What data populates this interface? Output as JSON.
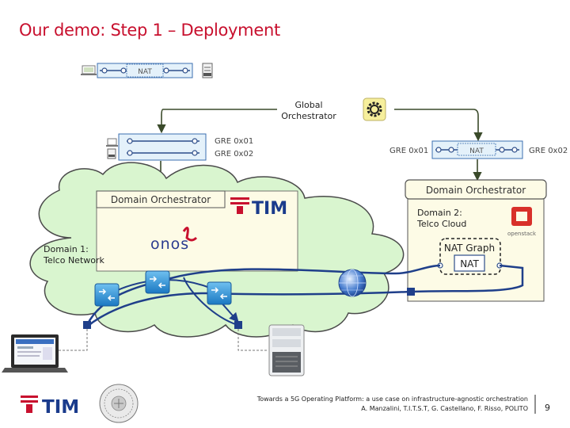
{
  "slide": {
    "title": "Our demo: Step 1 – Deployment",
    "page_number": "9",
    "footer_line1": "Towards a 5G Operating Platform: a use case on infrastructure-agnostic orchestration",
    "footer_line2": "A. Manzalini, T.I.T.S.T, G. Castellano, F. Risso, POLITO",
    "accent_color": "#c8102e"
  },
  "top_graph": {
    "nat_label": "NAT"
  },
  "global_orchestrator": {
    "line1": "Global",
    "line2": "Orchestrator",
    "icon": "gear-icon"
  },
  "left_graph": {
    "gre1": "GRE 0x01",
    "gre2": "GRE 0x02"
  },
  "right_graph": {
    "gre_left": "GRE 0x01",
    "nat_label": "NAT",
    "gre_right": "GRE 0x02"
  },
  "domain1": {
    "orchestrator_label": "Domain Orchestrator",
    "name_line1": "Domain 1:",
    "name_line2": "Telco Network",
    "operator_logo": "TIM",
    "controller_logo": "onos"
  },
  "domain2": {
    "orchestrator_label": "Domain Orchestrator",
    "name_line1": "Domain 2:",
    "name_line2": "Telco Cloud",
    "cloud_logo": "openstack",
    "nat_graph_label": "NAT Graph",
    "nat_vnf_label": "NAT"
  },
  "footer_logo": "TIM"
}
